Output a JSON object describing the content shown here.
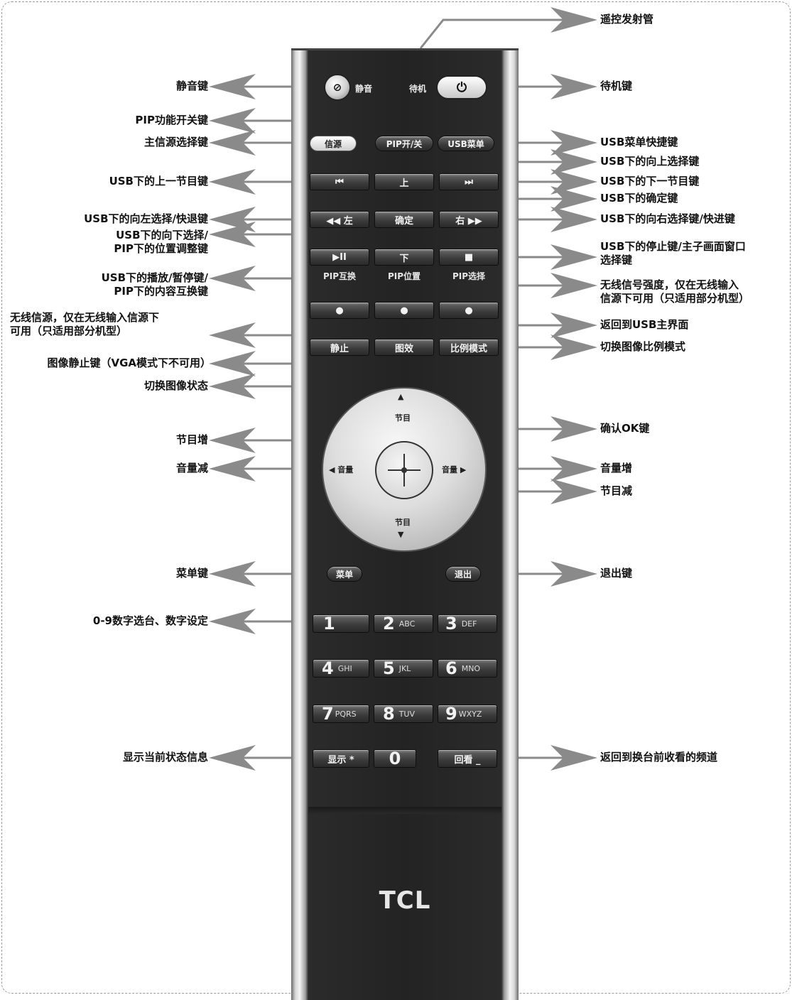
{
  "labels_left": [
    "静音键",
    "PIP功能开关键",
    "主信源选择键",
    "USB下的上一节目键",
    "USB下的向左选择/快退键",
    "USB下的向下选择/\nPIP下的位置调整键",
    "USB下的播放/暂停键/\nPIP下的内容互换键",
    "无线信源，仅在无线输入信源下\n可用（只适用部分机型）",
    "图像静止键（VGA模式下不可用）",
    "切换图像状态",
    "节目增",
    "音量减",
    "菜单键",
    "0-9数字选台、数字设定",
    "显示当前状态信息"
  ],
  "labels_right": [
    "遥控发射管",
    "待机键",
    "USB菜单快捷键",
    "USB下的向上选择键",
    "USB下的下一节目键",
    "USB下的确定键",
    "USB下的向右选择键/快进键",
    "USB下的停止键/主子画面窗口\n选择键",
    "无线信号强度，仅在无线输入\n信源下可用（只适用部分机型）",
    "返回到USB主界面",
    "切换图像比例模式",
    "确认OK键",
    "音量增",
    "节目减",
    "退出键",
    "返回到换台前收看的频道"
  ],
  "remote": {
    "mute_icon": "speaker-mute-icon",
    "mute_symbol": "⊘",
    "mute_label": "静音",
    "power_label": "待机",
    "power_symbol": "⏻",
    "row1": [
      "信源",
      "PIP开/关",
      "USB菜单"
    ],
    "row2": [
      "⏮",
      "上",
      "⏭"
    ],
    "row3": [
      "◀◀ 左",
      "确定",
      "右 ▶▶"
    ],
    "row4": [
      "▶II",
      "下",
      "■"
    ],
    "row4_sub": [
      "PIP互换",
      "PIP位置",
      "PIP选择"
    ],
    "row5": [
      "●",
      "●",
      "●"
    ],
    "row6": [
      "静止",
      "图效",
      "比例模式"
    ],
    "dpad_up": "节目",
    "dpad_down": "节目",
    "dpad_left": "◀ 音量",
    "dpad_right": "音量 ▶",
    "ok_symbol": "+",
    "menu": "菜单",
    "exit": "退出",
    "numbers": [
      {
        "d": "1",
        "s": ""
      },
      {
        "d": "2",
        "s": "ABC"
      },
      {
        "d": "3",
        "s": "DEF"
      },
      {
        "d": "4",
        "s": "GHI"
      },
      {
        "d": "5",
        "s": "JKL"
      },
      {
        "d": "6",
        "s": "MNO"
      },
      {
        "d": "7",
        "s": "PQRS"
      },
      {
        "d": "8",
        "s": "TUV"
      },
      {
        "d": "9",
        "s": "WXYZ"
      }
    ],
    "bottom_left": "显示 *",
    "zero": "0",
    "bottom_right": "回看 _",
    "logo": "TCL"
  }
}
